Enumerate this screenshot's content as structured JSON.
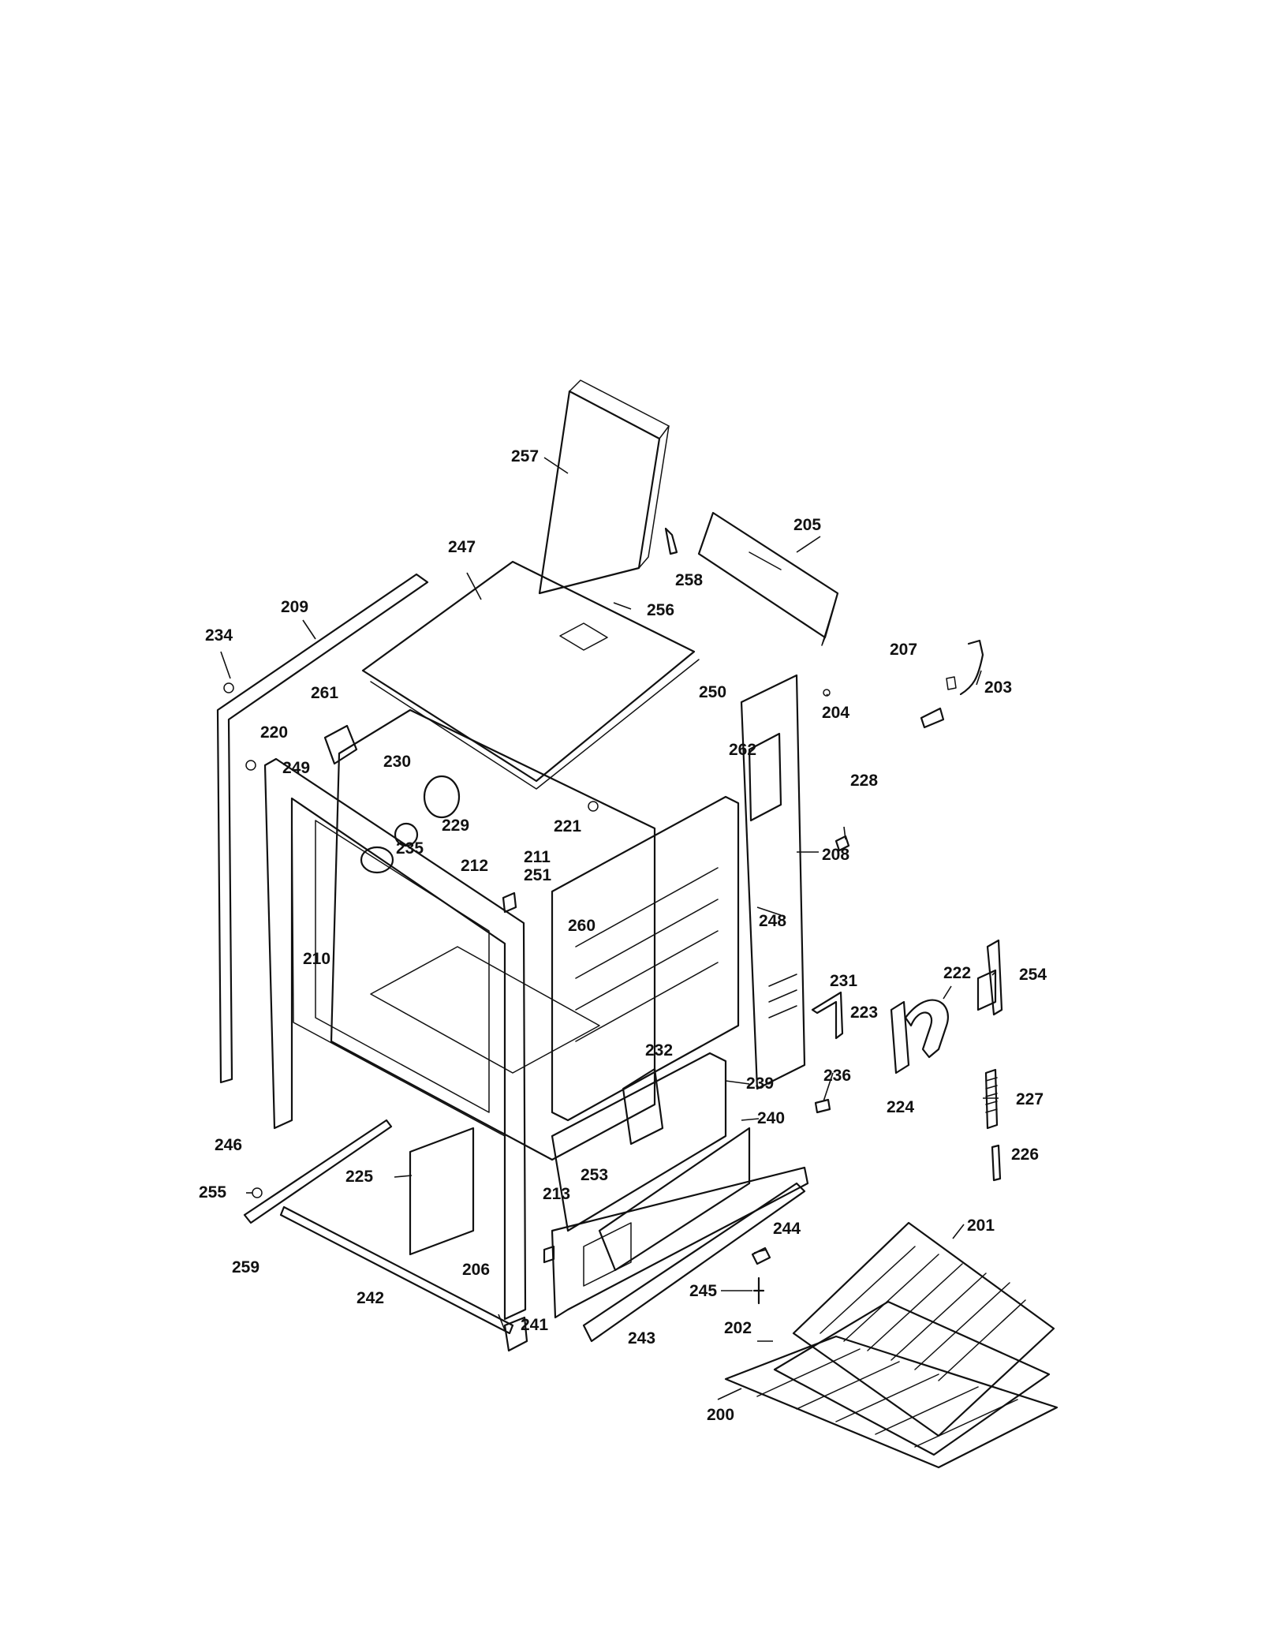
{
  "diagram": {
    "callouts": [
      {
        "id": "c200",
        "text": "200"
      },
      {
        "id": "c201",
        "text": "201"
      },
      {
        "id": "c202",
        "text": "202"
      },
      {
        "id": "c203",
        "text": "203"
      },
      {
        "id": "c204",
        "text": "204"
      },
      {
        "id": "c205",
        "text": "205"
      },
      {
        "id": "c206",
        "text": "206"
      },
      {
        "id": "c207",
        "text": "207"
      },
      {
        "id": "c208",
        "text": "208"
      },
      {
        "id": "c209",
        "text": "209"
      },
      {
        "id": "c210",
        "text": "210"
      },
      {
        "id": "c211",
        "text": "211"
      },
      {
        "id": "c212",
        "text": "212"
      },
      {
        "id": "c213",
        "text": "213"
      },
      {
        "id": "c220",
        "text": "220"
      },
      {
        "id": "c221",
        "text": "221"
      },
      {
        "id": "c222",
        "text": "222"
      },
      {
        "id": "c223",
        "text": "223"
      },
      {
        "id": "c224",
        "text": "224"
      },
      {
        "id": "c225",
        "text": "225"
      },
      {
        "id": "c226",
        "text": "226"
      },
      {
        "id": "c227",
        "text": "227"
      },
      {
        "id": "c228",
        "text": "228"
      },
      {
        "id": "c229",
        "text": "229"
      },
      {
        "id": "c230",
        "text": "230"
      },
      {
        "id": "c231",
        "text": "231"
      },
      {
        "id": "c232",
        "text": "232"
      },
      {
        "id": "c234",
        "text": "234"
      },
      {
        "id": "c235",
        "text": "235"
      },
      {
        "id": "c236",
        "text": "236"
      },
      {
        "id": "c239",
        "text": "239"
      },
      {
        "id": "c240",
        "text": "240"
      },
      {
        "id": "c241",
        "text": "241"
      },
      {
        "id": "c242",
        "text": "242"
      },
      {
        "id": "c243",
        "text": "243"
      },
      {
        "id": "c244",
        "text": "244"
      },
      {
        "id": "c245",
        "text": "245"
      },
      {
        "id": "c246",
        "text": "246"
      },
      {
        "id": "c247",
        "text": "247"
      },
      {
        "id": "c248",
        "text": "248"
      },
      {
        "id": "c249",
        "text": "249"
      },
      {
        "id": "c250",
        "text": "250"
      },
      {
        "id": "c251",
        "text": "251"
      },
      {
        "id": "c253",
        "text": "253"
      },
      {
        "id": "c254",
        "text": "254"
      },
      {
        "id": "c255",
        "text": "255"
      },
      {
        "id": "c256",
        "text": "256"
      },
      {
        "id": "c257",
        "text": "257"
      },
      {
        "id": "c258",
        "text": "258"
      },
      {
        "id": "c259",
        "text": "259"
      },
      {
        "id": "c260",
        "text": "260"
      },
      {
        "id": "c261",
        "text": "261"
      },
      {
        "id": "c262",
        "text": "262"
      }
    ]
  }
}
